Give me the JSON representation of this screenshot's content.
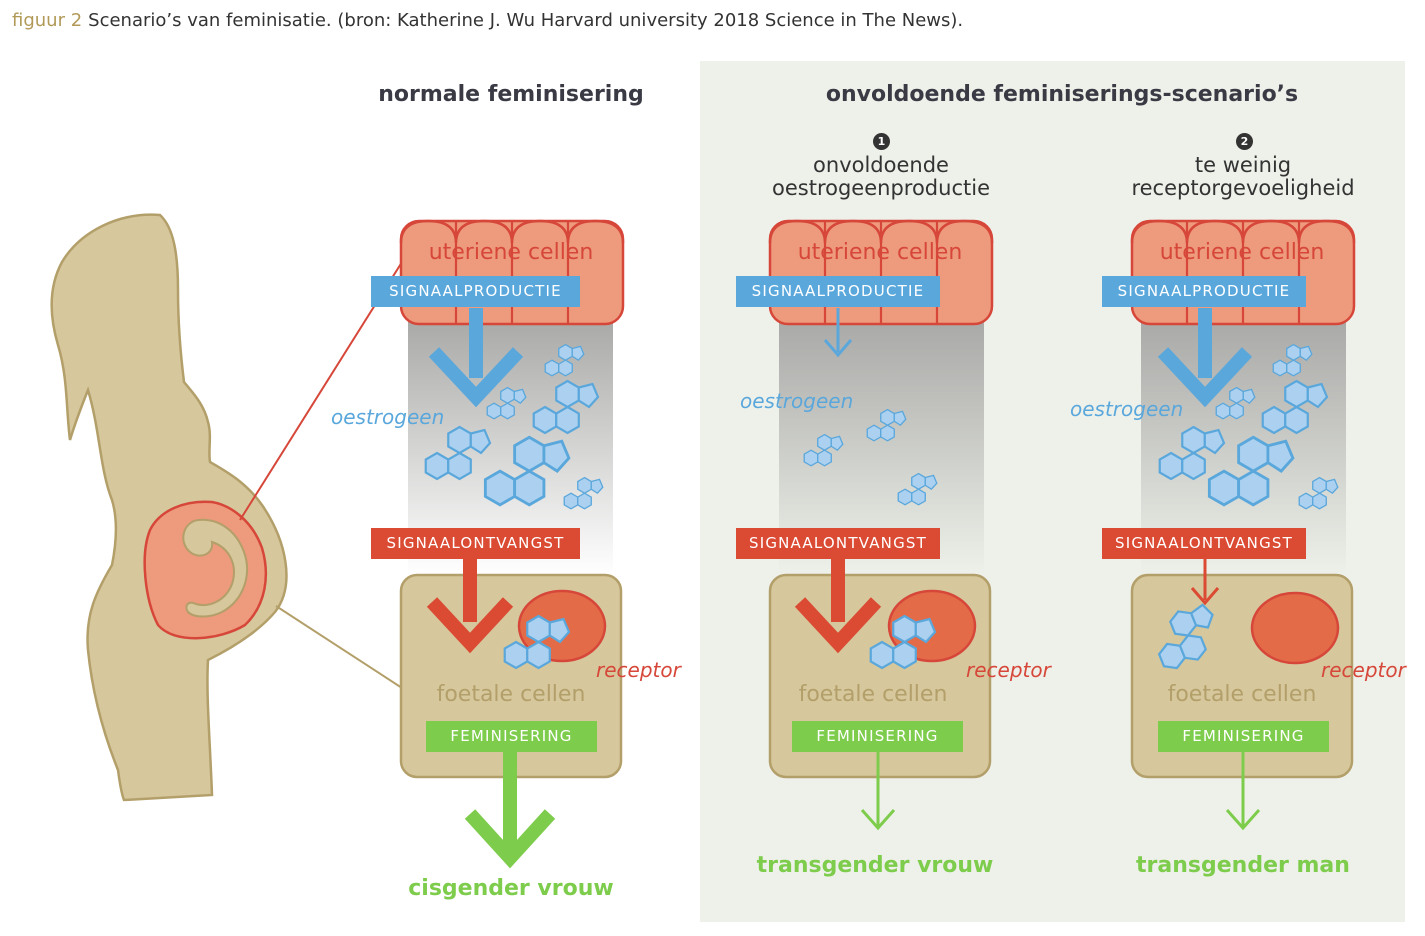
{
  "caption": {
    "label": "figuur 2",
    "text": "Scenario’s van feminisatie. (bron: Katherine J. Wu Harvard university 2018 Science in The News)."
  },
  "headers": {
    "normal": "normale feminisering",
    "insufficient": "onvoldoende feminiserings-scenario’s"
  },
  "scenarios": [
    {
      "number": "",
      "subtitle1": "",
      "subtitle2": "",
      "uterine": "uteriene cellen",
      "signal": "SIGNAALPRODUCTIE",
      "estrogen": "oestrogeen",
      "reception": "SIGNAALONTVANGST",
      "receptor": "receptor",
      "fetal": "foetale cellen",
      "feminization": "FEMINISERING",
      "outcome": "cisgender vrouw"
    },
    {
      "number": "1",
      "subtitle1": "onvoldoende",
      "subtitle2": "oestrogeenproductie",
      "uterine": "uteriene cellen",
      "signal": "SIGNAALPRODUCTIE",
      "estrogen": "oestrogeen",
      "reception": "SIGNAALONTVANGST",
      "receptor": "receptor",
      "fetal": "foetale cellen",
      "feminization": "FEMINISERING",
      "outcome": "transgender vrouw"
    },
    {
      "number": "2",
      "subtitle1": "te weinig",
      "subtitle2": "receptorgevoeligheid",
      "uterine": "uteriene cellen",
      "signal": "SIGNAALPRODUCTIE",
      "estrogen": "oestrogeen",
      "reception": "SIGNAALONTVANGST",
      "receptor": "receptor",
      "fetal": "foetale cellen",
      "feminization": "FEMINISERING",
      "outcome": "transgender man"
    }
  ],
  "colors": {
    "blue": "#5aa7dc",
    "red": "#db4a33",
    "green": "#7dcc4c",
    "uterine_fill": "#ee9a7c",
    "fetal_fill": "#d6c79c",
    "body_fill": "#d6c79c",
    "panel_bg": "#eef1ea"
  },
  "icons": [
    "pregnant-woman-silhouette",
    "fetus-icon",
    "estrogen-molecule-icon",
    "receptor-icon"
  ]
}
